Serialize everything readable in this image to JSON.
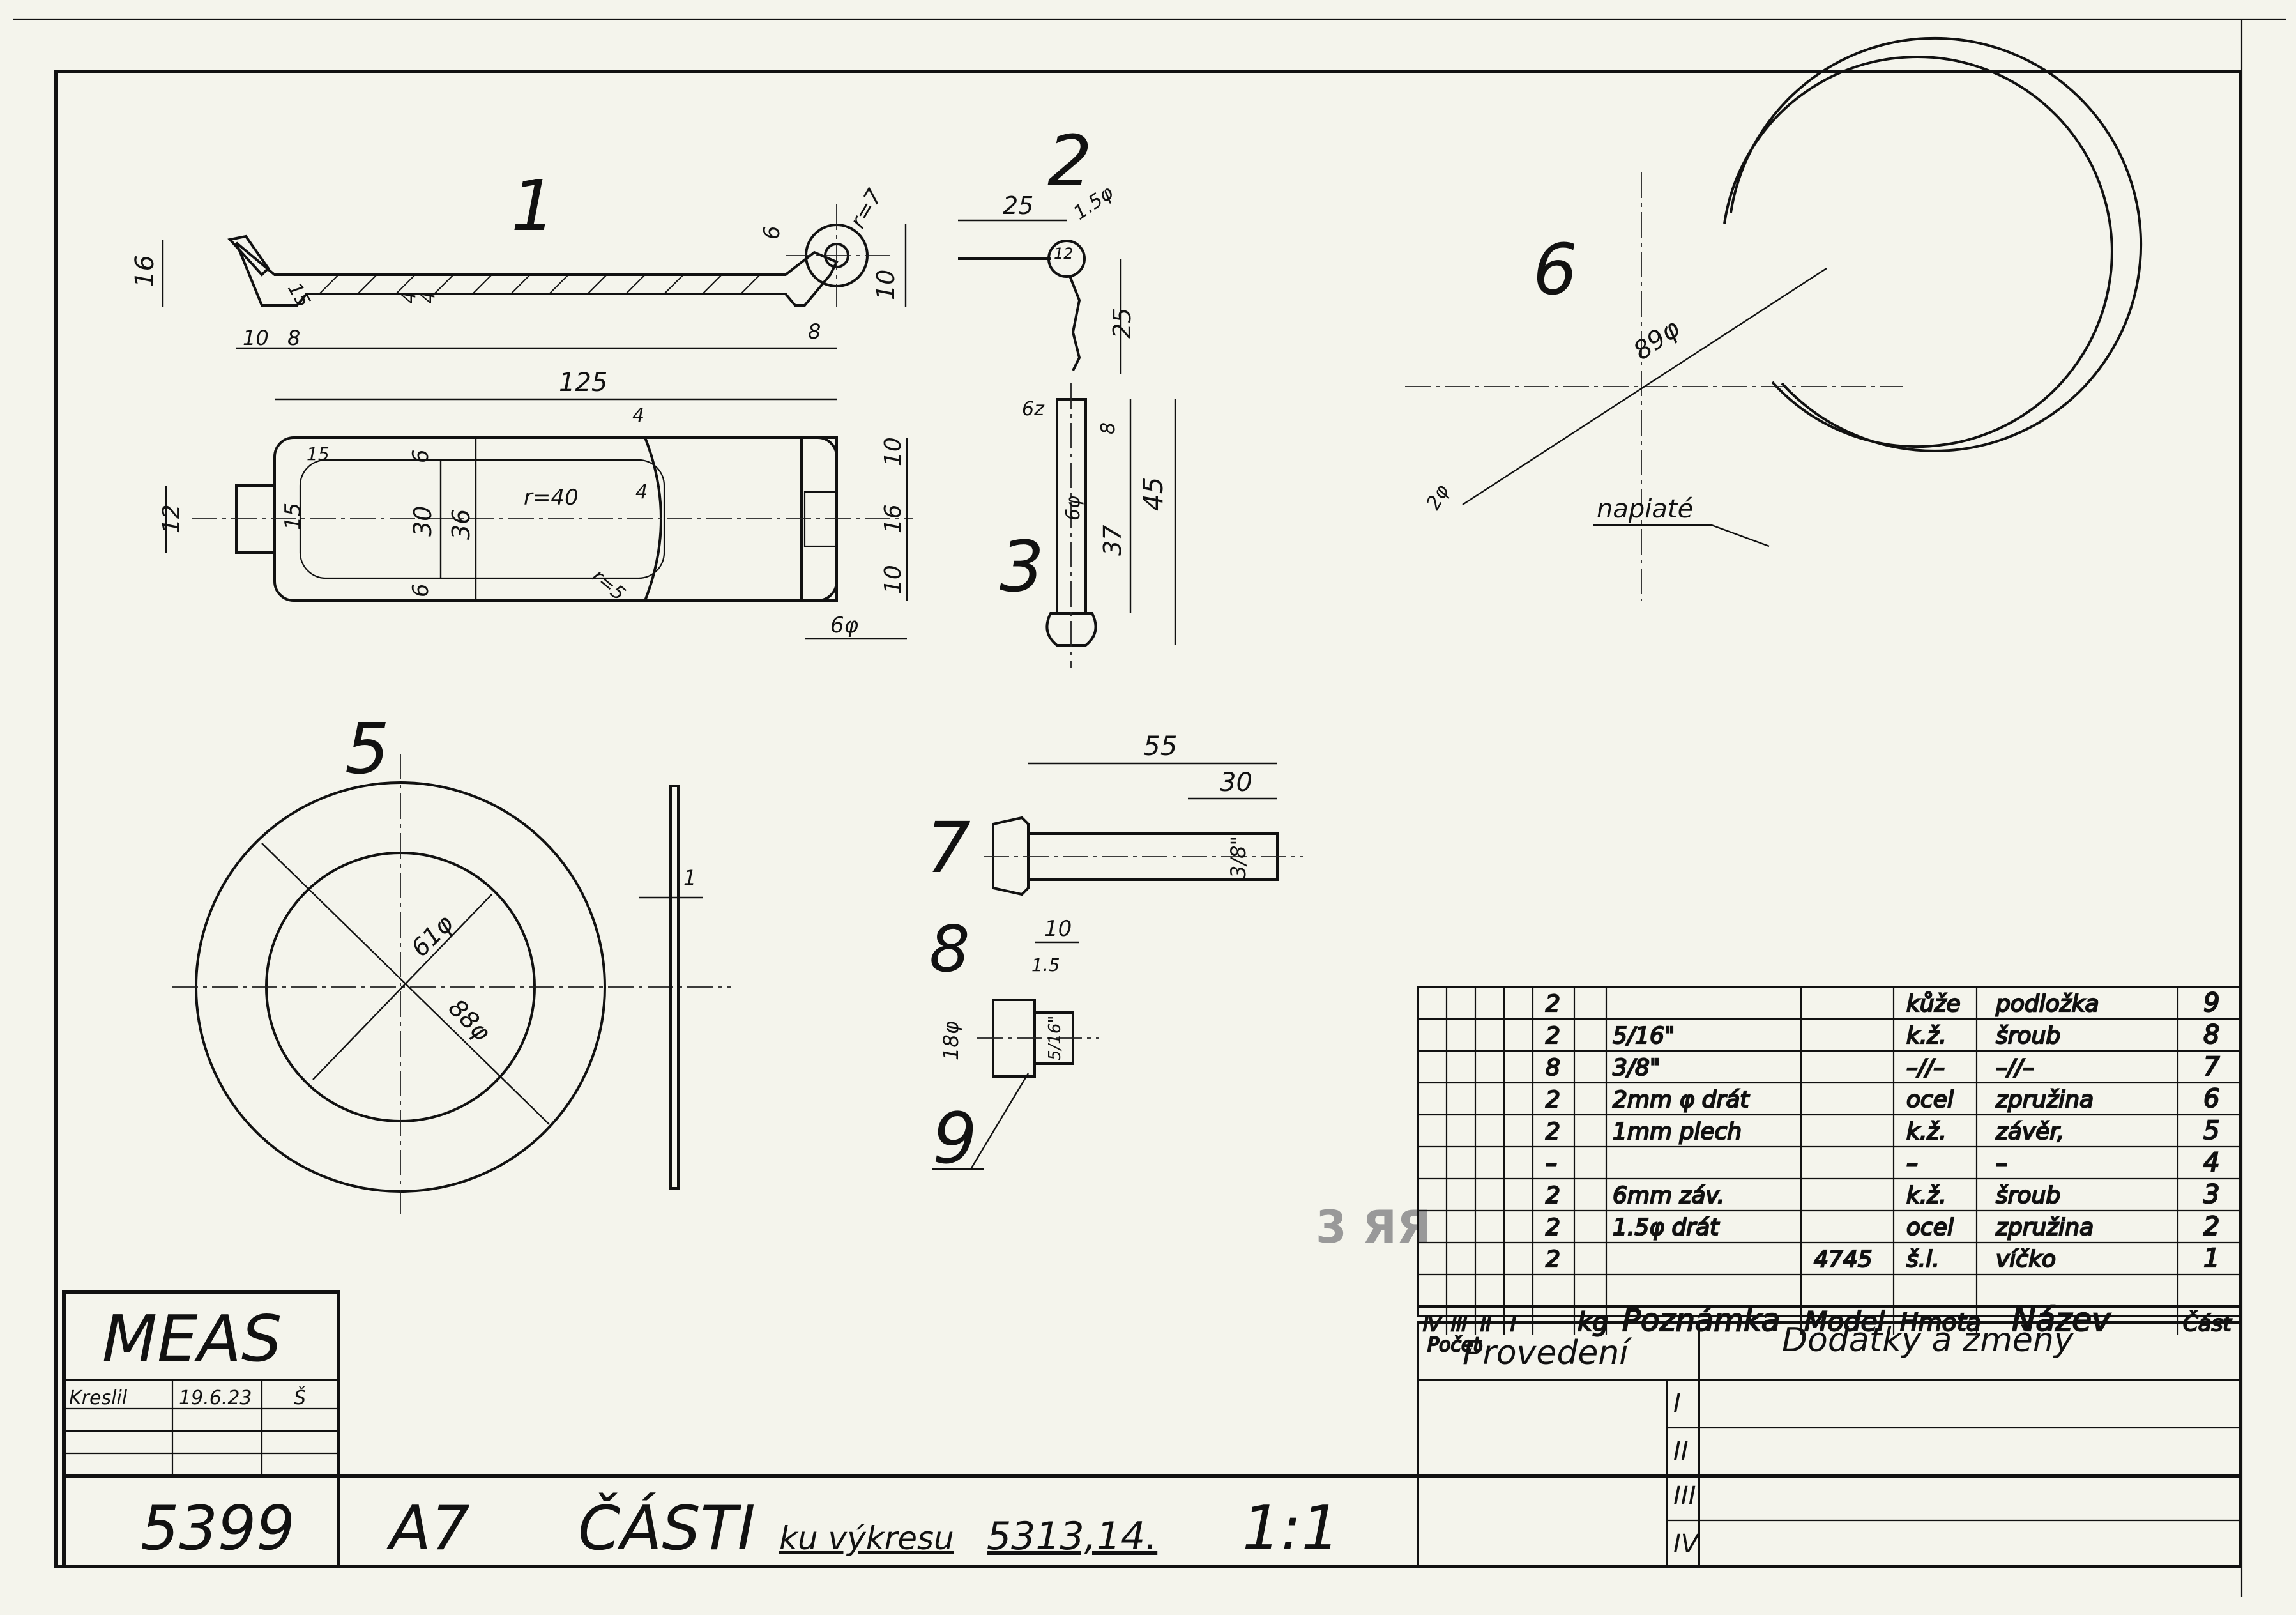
{
  "parts": {
    "p1": {
      "num": "1",
      "dims": [
        "16",
        "15",
        "4",
        "4",
        "6",
        "r=7",
        "10",
        "10",
        "8",
        "8",
        "125",
        "4",
        "12",
        "15",
        "15",
        "6",
        "30",
        "36",
        "r=40",
        "4",
        "r=5",
        "6",
        "10",
        "16",
        "10",
        "6φ"
      ]
    },
    "p2": {
      "num": "2",
      "dims": [
        "25",
        "1.5φ",
        "12",
        "25"
      ]
    },
    "p3": {
      "num": "3",
      "dims": [
        "6z",
        "8",
        "6φ",
        "37",
        "45"
      ]
    },
    "p5": {
      "num": "5",
      "dims": [
        "61φ",
        "88φ",
        "1"
      ]
    },
    "p6": {
      "num": "6",
      "dims": [
        "89φ",
        "2φ",
        "napiaté"
      ]
    },
    "p7": {
      "num": "7",
      "dims": [
        "55",
        "30",
        "3/8\""
      ]
    },
    "p8": {
      "num": "8",
      "dims": [
        "10",
        "1.5",
        "18φ",
        "5/16\""
      ]
    },
    "p9": {
      "num": "9"
    }
  },
  "bom": {
    "rows": [
      {
        "pocet": "2",
        "poznamka": "",
        "model": "",
        "hmota": "kůže",
        "nazev": "podložka",
        "cast": "9"
      },
      {
        "pocet": "2",
        "poznamka": "5/16\"",
        "model": "",
        "hmota": "k.ž.",
        "nazev": "šroub",
        "cast": "8"
      },
      {
        "pocet": "8",
        "poznamka": "3/8\"",
        "model": "",
        "hmota": "–//–",
        "nazev": "–//–",
        "cast": "7"
      },
      {
        "pocet": "2",
        "poznamka": "2mm φ drát",
        "model": "",
        "hmota": "ocel",
        "nazev": "zpružina",
        "cast": "6"
      },
      {
        "pocet": "2",
        "poznamka": "1mm plech",
        "model": "",
        "hmota": "k.ž.",
        "nazev": "závěr,",
        "cast": "5"
      },
      {
        "pocet": "–",
        "poznamka": "",
        "model": "",
        "hmota": "–",
        "nazev": "–",
        "cast": "4"
      },
      {
        "pocet": "2",
        "poznamka": "6mm záv.",
        "model": "",
        "hmota": "k.ž.",
        "nazev": "šroub",
        "cast": "3"
      },
      {
        "pocet": "2",
        "poznamka": "1.5φ drát",
        "model": "",
        "hmota": "ocel",
        "nazev": "zpružina",
        "cast": "2"
      },
      {
        "pocet": "2",
        "poznamka": "",
        "model": "4745",
        "hmota": "š.l.",
        "nazev": "víčko",
        "cast": "1"
      }
    ],
    "header": {
      "roman": [
        "IV",
        "III",
        "II",
        "I"
      ],
      "pocet": "Počet",
      "kg": "kg",
      "poznamka": "Poznámka",
      "model": "Model",
      "hmota": "Hmota",
      "nazev": "Název",
      "cast": "Část"
    }
  },
  "changes": {
    "provedeni": "Provedení",
    "dodatky": "Dodatky a změny",
    "roman": [
      "I",
      "II",
      "III",
      "IV"
    ]
  },
  "title_block": {
    "company": "MEAS",
    "kreslil_label": "Kreslil",
    "date": "19.6.23",
    "initial": "Š",
    "drawing_no": "5399",
    "format": "A7",
    "title": "ČÁSTI",
    "ref_label": "ku výkresu",
    "ref_no": "5313,14.",
    "scale": "1:1"
  },
  "stamp": "3 ЯЯ"
}
